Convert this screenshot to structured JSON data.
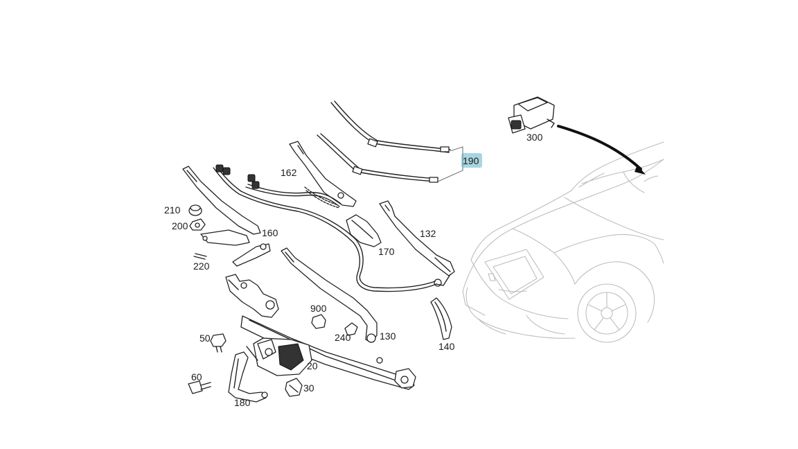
{
  "diagram": {
    "callouts": {
      "c300": "300",
      "c190": "190",
      "c162": "162",
      "c210": "210",
      "c200": "200",
      "c160": "160",
      "c132": "132",
      "c170": "170",
      "c220": "220",
      "c900": "900",
      "c50": "50",
      "c240": "240",
      "c130": "130",
      "c140": "140",
      "c20": "20",
      "c60": "60",
      "c30": "30",
      "c180": "180"
    },
    "highlight_color": "#5fb3c8",
    "highlighted_part": "190"
  }
}
